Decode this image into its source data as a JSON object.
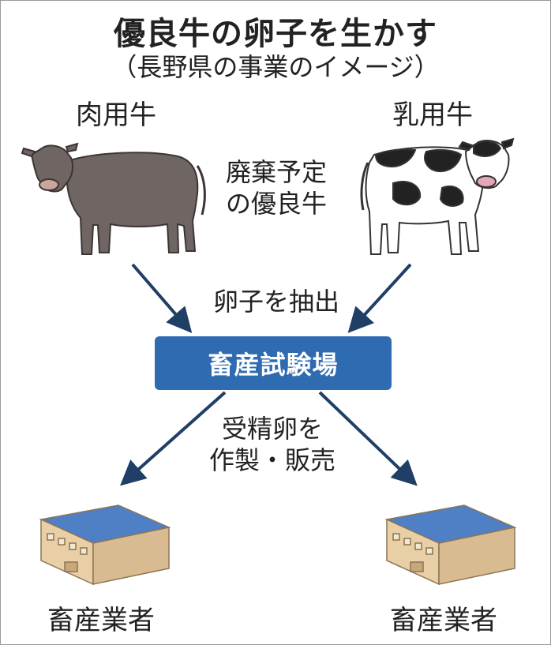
{
  "title": "優良牛の卵子を生かす",
  "subtitle": "（長野県の事業のイメージ）",
  "left_cow_label": "肉用牛",
  "right_cow_label": "乳用牛",
  "middle_note": [
    "廃棄予定",
    "の優良牛"
  ],
  "extract_label": "卵子を抽出",
  "center_box": "畜産試験場",
  "process_note": [
    "受精卵を",
    "作製・販売"
  ],
  "left_farm_label": "畜産業者",
  "right_farm_label": "畜産業者",
  "colors": {
    "box": "#2e6bb0",
    "arrow": "#1f3f66",
    "beef_cow": "#6f6563",
    "barn_roof": "#4f7fc4",
    "barn_wall": "#e8cfa6"
  },
  "icons": [
    "beef-cow-icon",
    "dairy-cow-icon",
    "barn-icon"
  ]
}
